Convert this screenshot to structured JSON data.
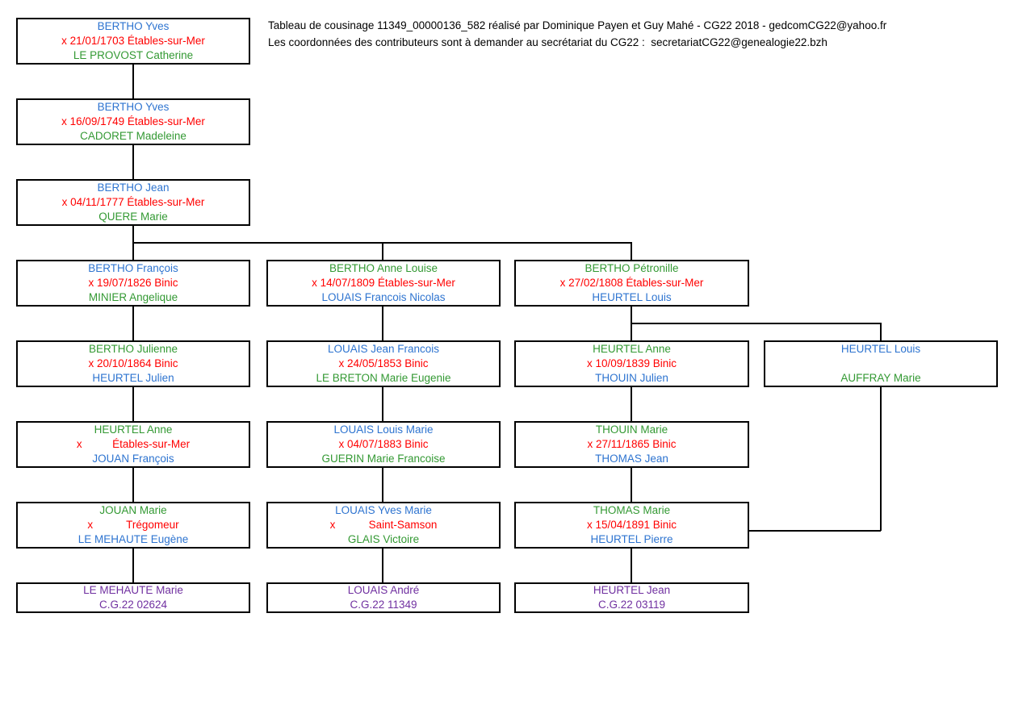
{
  "header": {
    "line1": "Tableau de cousinage 11349_00000136_582 réalisé par Dominique Payen et Guy Mahé - CG22 2018 - gedcomCG22@yahoo.fr",
    "line2": "Les coordonnées des contributeurs sont à demander au secrétariat du CG22 :  secretariatCG22@genealogie22.bzh"
  },
  "colors": {
    "blue": "#2E74D0",
    "red": "#FF0000",
    "green": "#339933",
    "purple": "#7030A0",
    "black": "#000000"
  },
  "boxes": [
    {
      "name": "BERTHO Yves",
      "name_color": "blue",
      "marriage": "x 21/01/1703 Étables-sur-Mer",
      "marriage_color": "red",
      "spouse": "LE PROVOST Catherine",
      "spouse_color": "green"
    },
    {
      "name": "BERTHO Yves",
      "name_color": "blue",
      "marriage": "x 16/09/1749 Étables-sur-Mer",
      "marriage_color": "red",
      "spouse": "CADORET Madeleine",
      "spouse_color": "green"
    },
    {
      "name": "BERTHO Jean",
      "name_color": "blue",
      "marriage": "x 04/11/1777 Étables-sur-Mer",
      "marriage_color": "red",
      "spouse": "QUERE Marie",
      "spouse_color": "green"
    },
    {
      "name": "BERTHO François",
      "name_color": "blue",
      "marriage": "x 19/07/1826 Binic",
      "marriage_color": "red",
      "spouse": "MINIER Angelique",
      "spouse_color": "green"
    },
    {
      "name": "BERTHO Anne Louise",
      "name_color": "green",
      "marriage": "x 14/07/1809 Étables-sur-Mer",
      "marriage_color": "red",
      "spouse": "LOUAIS Francois Nicolas",
      "spouse_color": "blue"
    },
    {
      "name": "BERTHO Pétronille",
      "name_color": "green",
      "marriage": "x 27/02/1808 Étables-sur-Mer",
      "marriage_color": "red",
      "spouse": "HEURTEL Louis",
      "spouse_color": "blue"
    },
    {
      "name": "BERTHO Julienne",
      "name_color": "green",
      "marriage": "x 20/10/1864 Binic",
      "marriage_color": "red",
      "spouse": "HEURTEL Julien",
      "spouse_color": "blue"
    },
    {
      "name": "LOUAIS Jean Francois",
      "name_color": "blue",
      "marriage": "x 24/05/1853 Binic",
      "marriage_color": "red",
      "spouse": "LE BRETON Marie Eugenie",
      "spouse_color": "green"
    },
    {
      "name": "HEURTEL Anne",
      "name_color": "green",
      "marriage": "x 10/09/1839 Binic",
      "marriage_color": "red",
      "spouse": "THOUIN Julien",
      "spouse_color": "blue"
    },
    {
      "name": "HEURTEL Louis",
      "name_color": "blue",
      "marriage": "",
      "marriage_color": "red",
      "spouse": "AUFFRAY Marie",
      "spouse_color": "green"
    },
    {
      "name": "HEURTEL Anne",
      "name_color": "green",
      "marriage": "x          Étables-sur-Mer",
      "marriage_color": "red",
      "spouse": "JOUAN François",
      "spouse_color": "blue"
    },
    {
      "name": "LOUAIS Louis Marie",
      "name_color": "blue",
      "marriage": "x 04/07/1883 Binic",
      "marriage_color": "red",
      "spouse": "GUERIN Marie Francoise",
      "spouse_color": "green"
    },
    {
      "name": "THOUIN Marie",
      "name_color": "green",
      "marriage": "x 27/11/1865 Binic",
      "marriage_color": "red",
      "spouse": "THOMAS Jean",
      "spouse_color": "blue"
    },
    {
      "name": "JOUAN Marie",
      "name_color": "green",
      "marriage": "x           Trégomeur",
      "marriage_color": "red",
      "spouse": "LE MEHAUTE Eugène",
      "spouse_color": "blue"
    },
    {
      "name": "LOUAIS Yves Marie",
      "name_color": "blue",
      "marriage": "x           Saint-Samson",
      "marriage_color": "red",
      "spouse": "GLAIS Victoire",
      "spouse_color": "green"
    },
    {
      "name": "THOMAS Marie",
      "name_color": "green",
      "marriage": "x 15/04/1891 Binic",
      "marriage_color": "red",
      "spouse": "HEURTEL Pierre",
      "spouse_color": "blue"
    },
    {
      "name": "LE MEHAUTE Marie",
      "name_color": "purple",
      "cg": "C.G.22 02624",
      "cg_color": "purple"
    },
    {
      "name": "LOUAIS André",
      "name_color": "purple",
      "cg": "C.G.22 11349",
      "cg_color": "purple"
    },
    {
      "name": "HEURTEL Jean",
      "name_color": "purple",
      "cg": "C.G.22 03119",
      "cg_color": "purple"
    }
  ]
}
